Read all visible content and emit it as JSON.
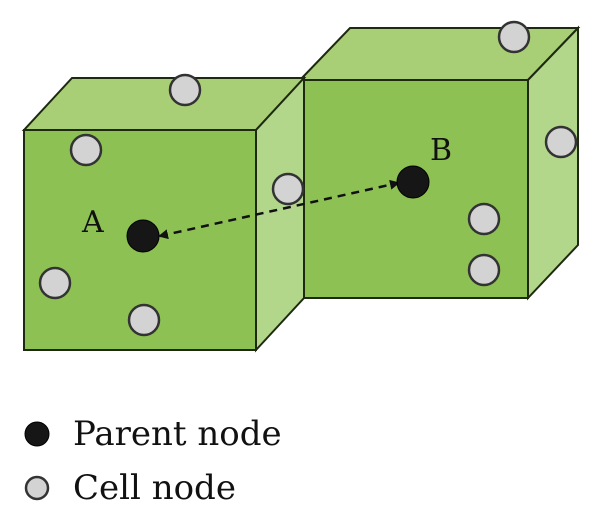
{
  "nodes": {
    "a_label": "A",
    "b_label": "B"
  },
  "legend": {
    "parent_label": "Parent node",
    "cell_label": "Cell node"
  },
  "colors": {
    "cube_front": "#8dc153",
    "cube_top": "#a9cf76",
    "cube_side": "#b2d68a",
    "parent_node": "#161616",
    "cell_node": "#d3d3d3"
  }
}
